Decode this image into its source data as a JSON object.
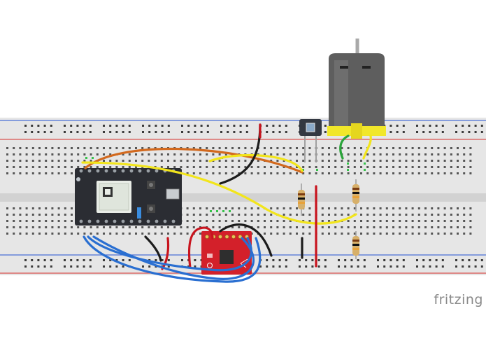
{
  "app": {
    "name": "Fritzing",
    "watermark": "fritzing"
  },
  "diagram": {
    "type": "breadboard-schematic",
    "colors": {
      "breadboard": "#e6e6e6",
      "rail_red": "#d9534f",
      "rail_blue": "#4a6fd6",
      "board_dark": "#2b2d33",
      "motor_body": "#5e5e5e",
      "motor_cap": "#f1e72a",
      "sensor_red": "#d3202a",
      "wire_orange": "#d2691e",
      "wire_yellow": "#f2e51b",
      "wire_black": "#1c1c1c",
      "wire_red": "#c8141e",
      "wire_blue": "#2a6fd1",
      "wire_green": "#2aa43a",
      "resistor_body": "#d7b06a"
    },
    "components": [
      {
        "id": "breadboard",
        "kind": "breadboard",
        "icon": "breadboard-icon"
      },
      {
        "id": "microcontroller",
        "kind": "wifi-dev-board",
        "icon": "microcontroller-icon"
      },
      {
        "id": "dc-motor",
        "kind": "dc-motor",
        "icon": "motor-icon"
      },
      {
        "id": "photo-sensor",
        "kind": "light-sensor",
        "icon": "sensor-icon"
      },
      {
        "id": "imu-breakout",
        "kind": "breakout-board",
        "icon": "breakout-icon"
      },
      {
        "id": "resistor-1",
        "kind": "resistor",
        "icon": "resistor-icon"
      },
      {
        "id": "resistor-2",
        "kind": "resistor",
        "icon": "resistor-icon"
      },
      {
        "id": "resistor-3",
        "kind": "resistor",
        "icon": "resistor-icon"
      }
    ],
    "wires": [
      {
        "id": "orange",
        "color": "wire_orange"
      },
      {
        "id": "yellow-1",
        "color": "wire_yellow"
      },
      {
        "id": "yellow-2",
        "color": "wire_yellow"
      },
      {
        "id": "black-1",
        "color": "wire_black"
      },
      {
        "id": "black-2",
        "color": "wire_black"
      },
      {
        "id": "black-3",
        "color": "wire_black"
      },
      {
        "id": "black-4",
        "color": "wire_black"
      },
      {
        "id": "red-1",
        "color": "wire_red"
      },
      {
        "id": "red-2",
        "color": "wire_red"
      },
      {
        "id": "red-3",
        "color": "wire_red"
      },
      {
        "id": "blue-1",
        "color": "wire_blue"
      },
      {
        "id": "blue-2",
        "color": "wire_blue"
      },
      {
        "id": "blue-3",
        "color": "wire_blue"
      },
      {
        "id": "green-motor",
        "color": "wire_green"
      }
    ]
  }
}
